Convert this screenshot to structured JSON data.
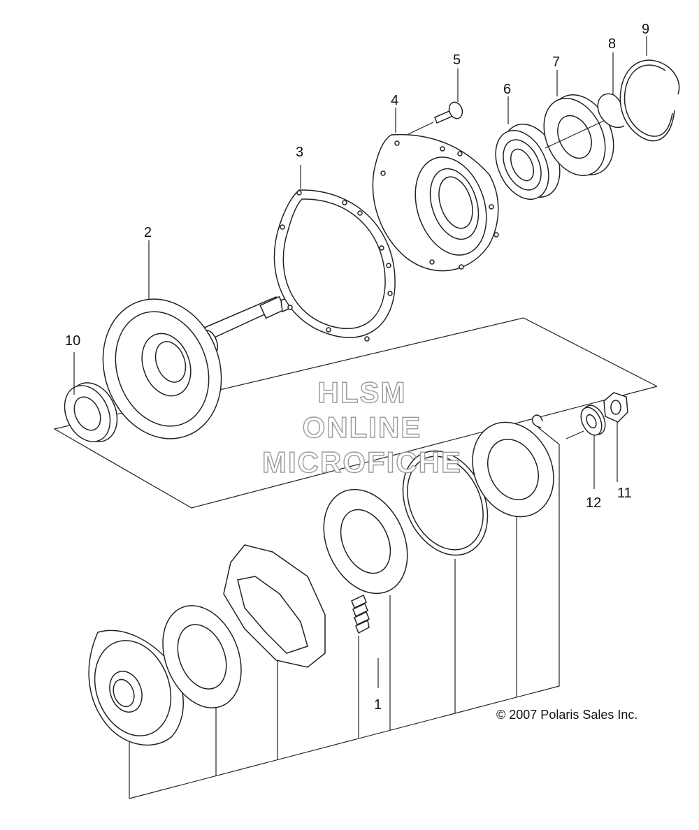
{
  "callouts": {
    "c1": "1",
    "c2": "2",
    "c3": "3",
    "c4": "4",
    "c5": "5",
    "c6": "6",
    "c7": "7",
    "c8": "8",
    "c9": "9",
    "c10": "10",
    "c11": "11",
    "c12": "12"
  },
  "watermark": {
    "line1": "HLSM",
    "line2": "ONLINE",
    "line3": "MICROFICHE"
  },
  "copyright": "© 2007 Polaris Sales Inc."
}
